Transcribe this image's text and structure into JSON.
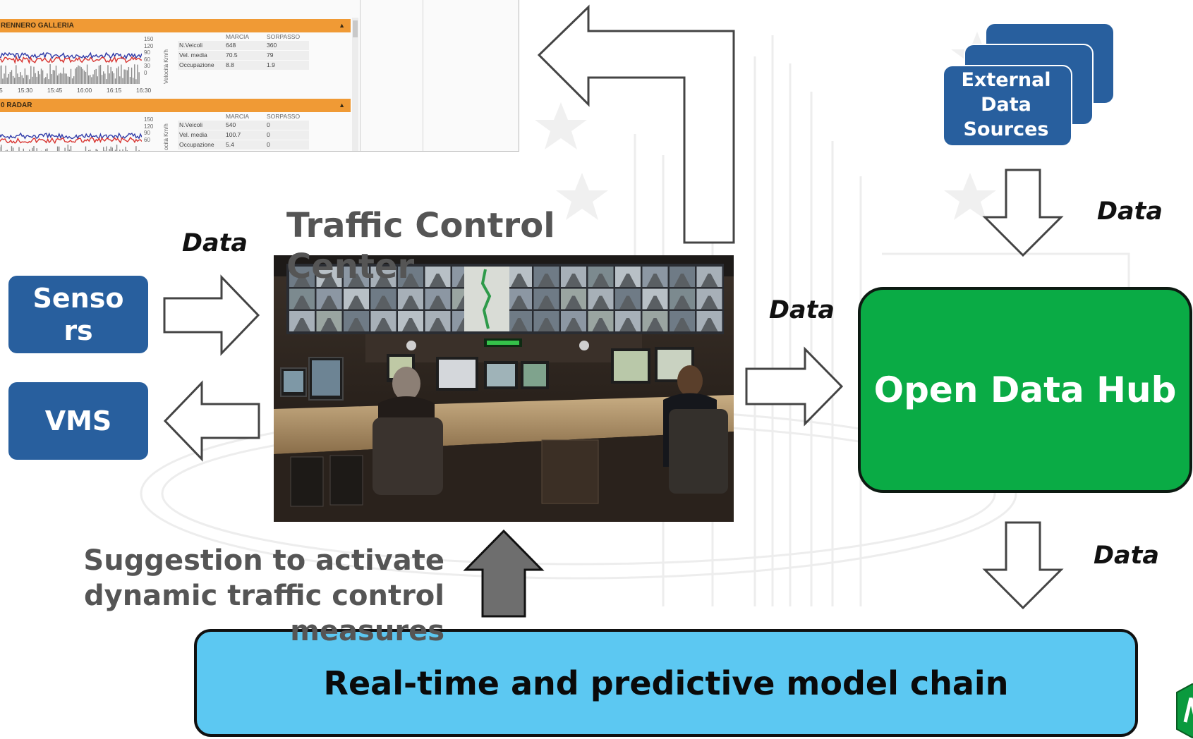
{
  "monitor_panel": {
    "sections": [
      {
        "header": "RENNERO GALLERIA",
        "y_ticks": [
          "150",
          "120",
          "90",
          "60",
          "30",
          "0"
        ],
        "y_axis_label": "Velocità Km/h",
        "time_ticks": [
          "15:30",
          "15:45",
          "16:00",
          "16:15",
          "16:30"
        ],
        "columns": [
          "MARCIA",
          "SORPASSO"
        ],
        "rows": [
          {
            "label": "N.Veicoli",
            "marcia": "648",
            "sorpasso": "360"
          },
          {
            "label": "Vel. media",
            "marcia": "70.5",
            "sorpasso": "79"
          },
          {
            "label": "Occupazione",
            "marcia": "8.8",
            "sorpasso": "1.9"
          }
        ]
      },
      {
        "header": "0 RADAR",
        "y_ticks": [
          "150",
          "120",
          "90",
          "60"
        ],
        "y_axis_label": "ocità Km/h",
        "columns": [
          "MARCIA",
          "SORPASSO"
        ],
        "rows": [
          {
            "label": "N.Veicoli",
            "marcia": "540",
            "sorpasso": "0"
          },
          {
            "label": "Vel. media",
            "marcia": "100.7",
            "sorpasso": "0"
          },
          {
            "label": "Occupazione",
            "marcia": "5.4",
            "sorpasso": "0"
          }
        ]
      }
    ],
    "chart_colors": {
      "speed_line_1": "#2f3aa8",
      "speed_line_2": "#d8332f",
      "volume_bars": "#8a8a8a"
    }
  },
  "diagram": {
    "sensors_label": "Sensors",
    "vms_label": "VMS",
    "external_sources_label": "External Data Sources",
    "tcc_title": "Traffic Control Center",
    "odh_label": "Open Data Hub",
    "suggestion_text": "Suggestion to activate dynamic traffic control measures",
    "model_chain_label": "Real-time and predictive model chain",
    "data_labels": {
      "sensors_to_tcc": "Data",
      "ext_to_odh": "Data",
      "tcc_to_odh": "Data",
      "odh_to_model": "Data"
    }
  },
  "colors": {
    "blue_box": "#285f9e",
    "odh_green": "#0aab45",
    "model_chain_blue": "#5cc8f2",
    "title_gray": "#555555",
    "panel_orange": "#f09a35"
  }
}
